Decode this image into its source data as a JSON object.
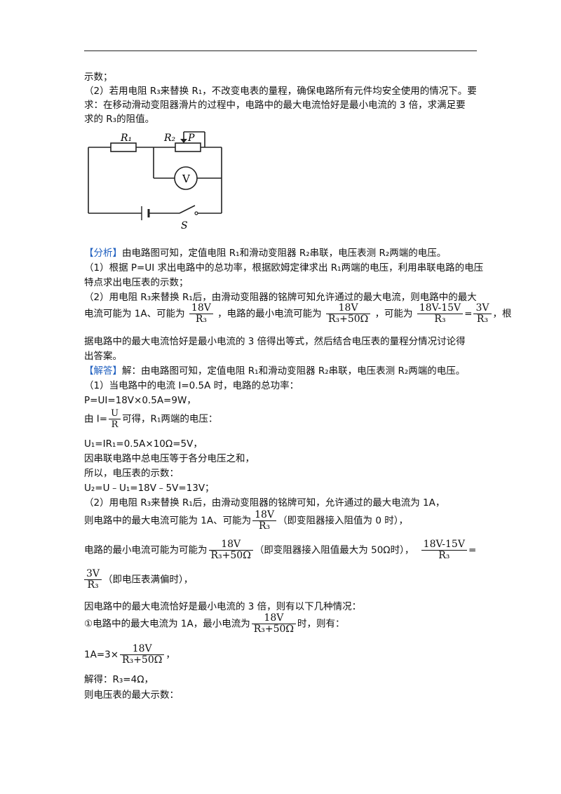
{
  "lines": {
    "l1": "示数；",
    "l2": "（2）若用电阻 R₃来替换 R₁，不改变电表的量程，确保电路所有元件均安全使用的情况下。要",
    "l3": "求：在移动滑动变阻器滑片的过程中，电路中的最大电流恰好是最小电流的 3 倍，求满足要",
    "l4": "求的 R₃的阻值。",
    "a_tag": "【分析】",
    "a1": "由电路图可知，定值电阻 R₁和滑动变阻器 R₂串联，电压表测 R₂两端的电压。",
    "a2": "（1）根据 P=UI 求出电路中的总功率，根据欧姆定律求出 R₁两端的电压，利用串联电路的电压",
    "a3": "特点求出电压表的示数；",
    "a4": "（2）用电阻 R₃来替换 R₁后，由滑动变阻器的铭牌可知允许通过的最大电流，则电路中的最大",
    "a5_p1": "电流可能为 1A、可能为",
    "a5_p2": "，电路的最小电流可能为",
    "a5_p3": "，可能为",
    "a5_p4": "=",
    "a5_p5": "，根",
    "a6": "据电路中的最大电流恰好是最小电流的 3 倍得出等式，然后结合电压表的量程分情况讨论得",
    "a7": "出答案。",
    "s_tag": "【解答】",
    "s1": "解：由电路图可知，定值电阻 R₁和滑动变阻器 R₂串联，电压表测 R₂两端的电压。",
    "s2": "（1）当电路中的电流 I=0.5A 时，电路的总功率：",
    "s3": "P=UI=18V×0.5A=9W，",
    "s4_p1": "由 I=",
    "s4_p2": "可得，R₁两端的电压：",
    "s5": "U₁=IR₁=0.5A×10Ω=5V，",
    "s6": "因串联电路中总电压等于各分电压之和，",
    "s7": "所以，电压表的示数：",
    "s8": "U₂=U﹣U₁=18V﹣5V=13V；",
    "s9": "（2）用电阻 R₃来替换 R₁后，由滑动变阻器的铭牌可知，允许通过的最大电流为 1A，",
    "s10_p1": "则电路中的最大电流可能为 1A、可能为",
    "s10_p2": "（即变阻器接入阻值为 0 时），",
    "s11_p1": "电路的最小电流可能为可能为",
    "s11_p2": "（即变阻器接入阻值最大为 50Ω时），",
    "s11_p3": "=",
    "s12_p2": "（即电压表满偏时），",
    "s13": "因电路中的最大电流恰好是最小电流的 3 倍，则有以下几种情况：",
    "s14_p1": "①电路中的最大电流为 1A，最小电流为",
    "s14_p2": "时，则有：",
    "s15_p1": "1A=3×",
    "s15_p2": "，",
    "s16": "解得：R₃=4Ω，",
    "s17": "则电压表的最大示数："
  },
  "fractions": {
    "v18_over_r3": {
      "num": "18V",
      "den": "R₃"
    },
    "v18_over_r3_50": {
      "num": "18V",
      "den": "R₃+50Ω"
    },
    "diff_over_r3": {
      "num": "18V-15V",
      "den": "R₃"
    },
    "v3_over_r3": {
      "num": "3V",
      "den": "R₃"
    },
    "u_over_r": {
      "num": "U",
      "den": "R"
    }
  },
  "circuit": {
    "r1_label": "R₁",
    "r2_label": "R₂",
    "p_label": "P",
    "meter_label": "V",
    "switch_label": "S"
  },
  "colors": {
    "tag": "#1f5fbf",
    "text": "#111111"
  }
}
